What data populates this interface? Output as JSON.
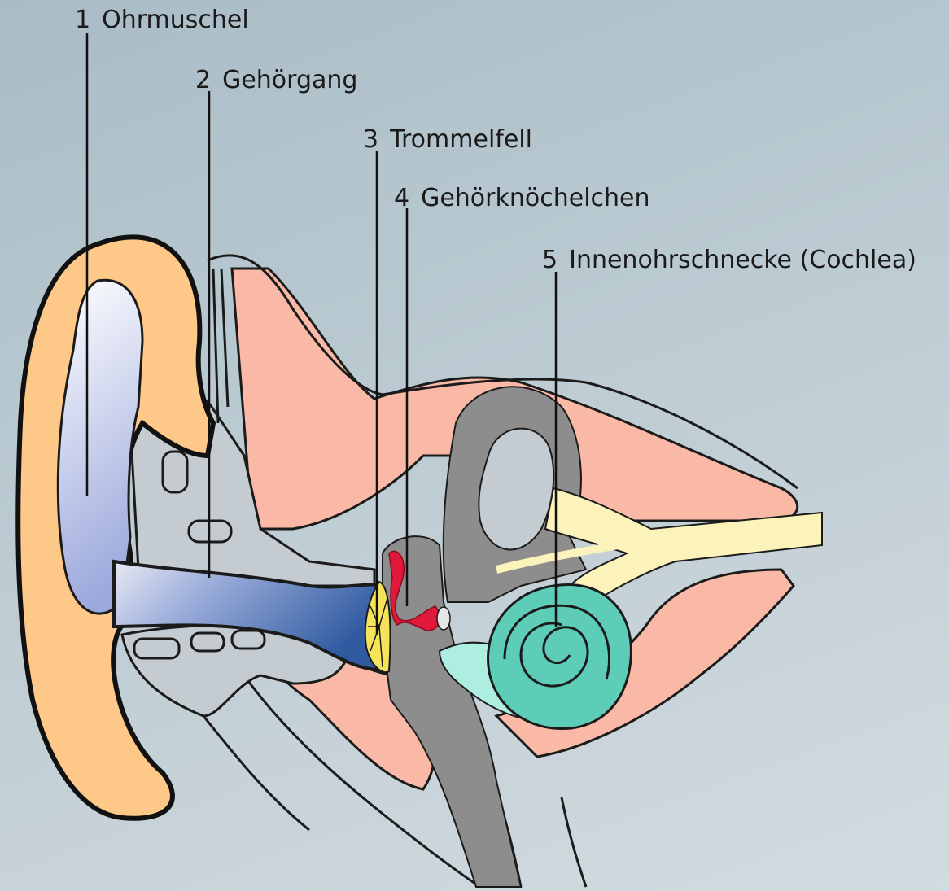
{
  "labels": [
    {
      "num": "1",
      "text": "Ohrmuschel"
    },
    {
      "num": "2",
      "text": "Gehörgang"
    },
    {
      "num": "3",
      "text": "Trommelfell"
    },
    {
      "num": "4",
      "text": "Gehörknöchelchen"
    },
    {
      "num": "5",
      "text": "Innenohrschnecke (Cochlea)"
    }
  ],
  "colors": {
    "pinna": "#fec889",
    "tissue": "#f9b9a6",
    "bone": "#8d8d8d",
    "cartilage": "#c4ccd1",
    "canal_light": "#e8eaf3",
    "canal_dark": "#2f5aa0",
    "eardrum": "#f5e35a",
    "ossicles": "#e0183a",
    "cochlea": "#5ecdb8",
    "cochlea_light": "#aeeee0",
    "nerve": "#fbf3b9",
    "outline": "#000000"
  }
}
